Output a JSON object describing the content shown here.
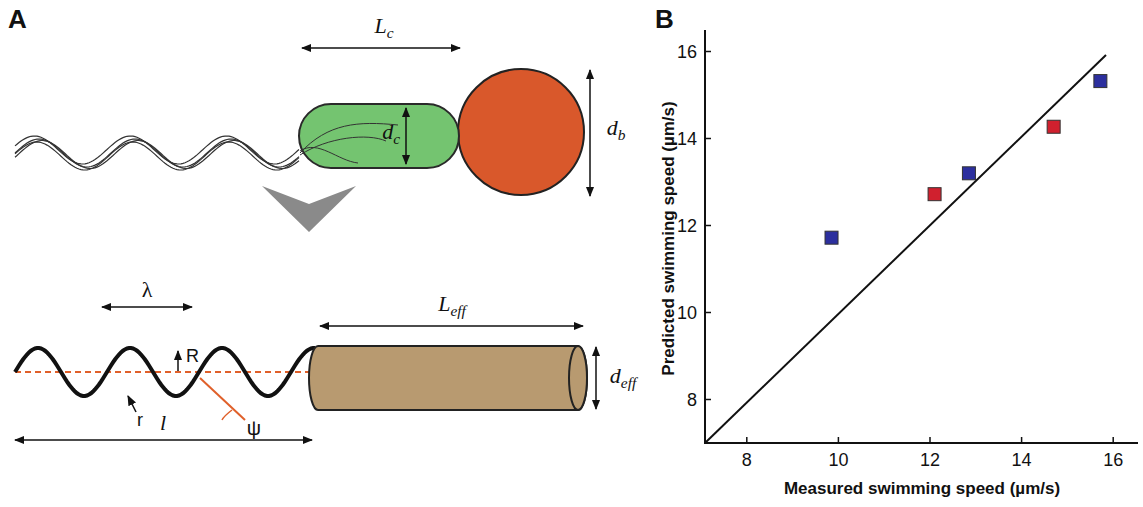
{
  "diagram": {
    "nodes": [
      {
        "text": [
          "dc"
        ]
      }
    ],
    "labels": [
      "A",
      "B",
      "Lc",
      "db",
      "λ",
      "R",
      "r",
      "ψ",
      "l",
      "Leff",
      "deff",
      "16",
      "14",
      "12",
      "10",
      "8",
      "8",
      "10",
      "12",
      "14",
      "16",
      "Predicted swimming speed (µm/s)",
      "Measured swimming speed (µm/s)"
    ]
  }
}
